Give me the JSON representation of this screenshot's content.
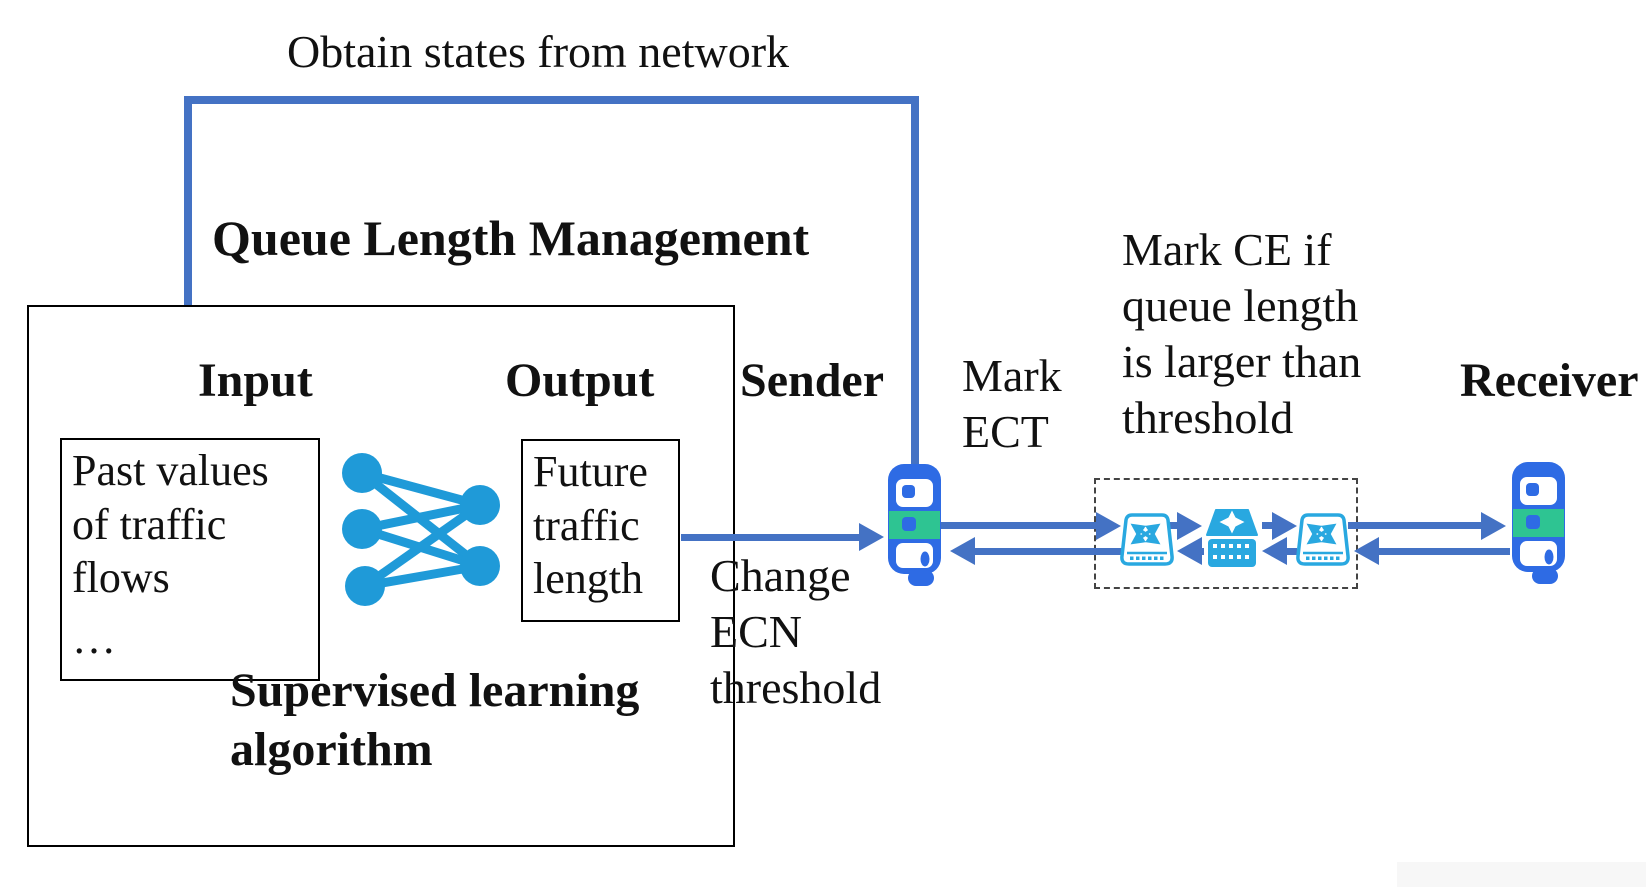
{
  "title": "Obtain states from network",
  "colors": {
    "arrow_blue": "#4472C4",
    "device_blue": "#2e6be4",
    "device_green": "#2ec492",
    "neural_net_cyan": "#1f9ad8",
    "switch_cyan": "#29a8e0",
    "text": "#111111"
  },
  "ml_module": {
    "heading": "Queue Length Management",
    "input_label": "Input",
    "output_label": "Output",
    "input_box_text": "Past values\nof traffic\nflows",
    "input_box_ellipsis": "…",
    "output_box_text": "Future\ntraffic\nlength",
    "algorithm_label": "Supervised learning\nalgorithm"
  },
  "network": {
    "sender_label": "Sender",
    "receiver_label": "Receiver",
    "mark_ect": "Mark\nECT",
    "mark_ce": "Mark CE if\nqueue length\nis larger than\nthreshold",
    "change_ecn": "Change\nECN\nthreshold"
  }
}
